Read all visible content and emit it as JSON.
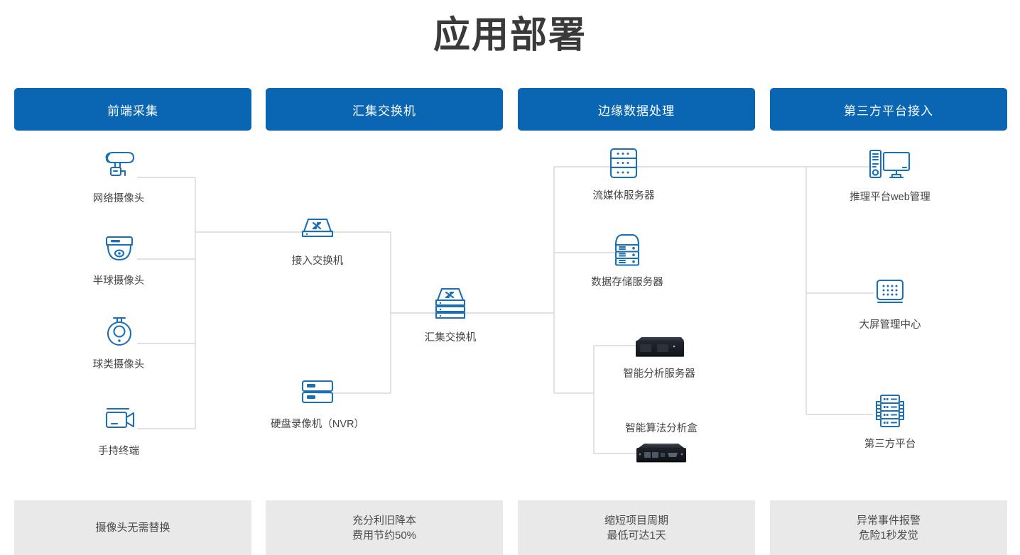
{
  "page": {
    "title": "应用部署",
    "accent_color": "#0a66b2",
    "icon_color": "#1a6fb5",
    "connector_color": "#cfcfcf",
    "footer_bg": "#e9e9e9"
  },
  "columns": [
    {
      "id": "front-end-collection",
      "header": "前端采集",
      "footer": [
        "摄像头无需替换"
      ],
      "nodes": [
        {
          "label": "网络摄像头",
          "icon": "bullet-camera-icon"
        },
        {
          "label": "半球摄像头",
          "icon": "dome-camera-icon"
        },
        {
          "label": "球类摄像头",
          "icon": "ptz-camera-icon"
        },
        {
          "label": "手持终端",
          "icon": "handheld-camcorder-icon"
        }
      ]
    },
    {
      "id": "aggregation-switch",
      "header": "汇集交换机",
      "footer": [
        "充分利旧降本",
        "费用节约50%"
      ],
      "nodes": [
        {
          "label": "接入交换机",
          "icon": "access-switch-icon"
        },
        {
          "label": "硬盘录像机（NVR）",
          "icon": "nvr-icon"
        },
        {
          "label": "汇集交换机",
          "icon": "aggregation-switch-icon"
        }
      ]
    },
    {
      "id": "edge-data-processing",
      "header": "边缘数据处理",
      "footer": [
        "缩短项目周期",
        "最低可达1天"
      ],
      "nodes": [
        {
          "label": "流媒体服务器",
          "icon": "streaming-server-icon"
        },
        {
          "label": "数据存储服务器",
          "icon": "storage-server-icon"
        },
        {
          "label": "智能分析服务器",
          "icon": "ai-analysis-server-photo"
        },
        {
          "label": "智能算法分析盒",
          "icon": "ai-algorithm-box-photo"
        }
      ]
    },
    {
      "id": "third-party-platform-access",
      "header": "第三方平台接入",
      "footer": [
        "异常事件报警",
        "危险1秒发觉"
      ],
      "nodes": [
        {
          "label": "推理平台web管理",
          "icon": "desktop-workstation-icon"
        },
        {
          "label": "大屏管理中心",
          "icon": "video-wall-icon"
        },
        {
          "label": "第三方平台",
          "icon": "server-rack-icon"
        }
      ]
    }
  ]
}
